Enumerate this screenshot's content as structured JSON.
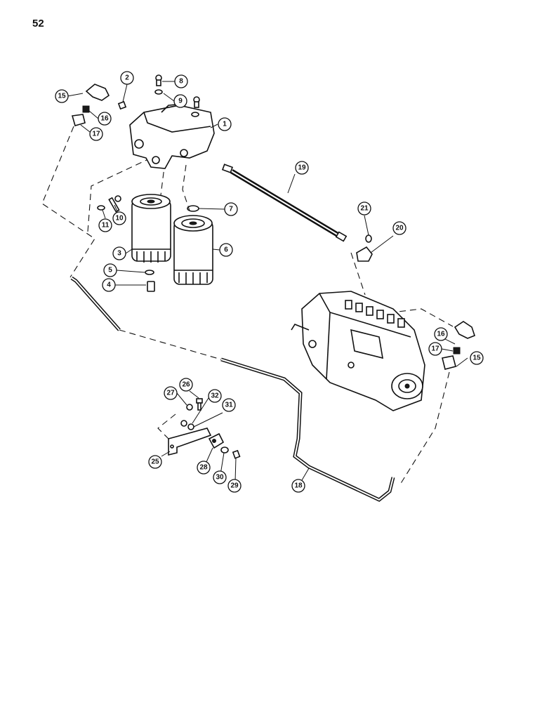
{
  "page": {
    "number": "52"
  },
  "callouts": [
    {
      "label": "1"
    },
    {
      "label": "2"
    },
    {
      "label": "3"
    },
    {
      "label": "4"
    },
    {
      "label": "5"
    },
    {
      "label": "6"
    },
    {
      "label": "7"
    },
    {
      "label": "8"
    },
    {
      "label": "9"
    },
    {
      "label": "10"
    },
    {
      "label": "11"
    },
    {
      "label": "15"
    },
    {
      "label": "16"
    },
    {
      "label": "17"
    },
    {
      "label": "19"
    },
    {
      "label": "21"
    },
    {
      "label": "20"
    },
    {
      "label": "16"
    },
    {
      "label": "17"
    },
    {
      "label": "15"
    },
    {
      "label": "27"
    },
    {
      "label": "26"
    },
    {
      "label": "32"
    },
    {
      "label": "31"
    },
    {
      "label": "25"
    },
    {
      "label": "28"
    },
    {
      "label": "30"
    },
    {
      "label": "29"
    },
    {
      "label": "18"
    }
  ]
}
